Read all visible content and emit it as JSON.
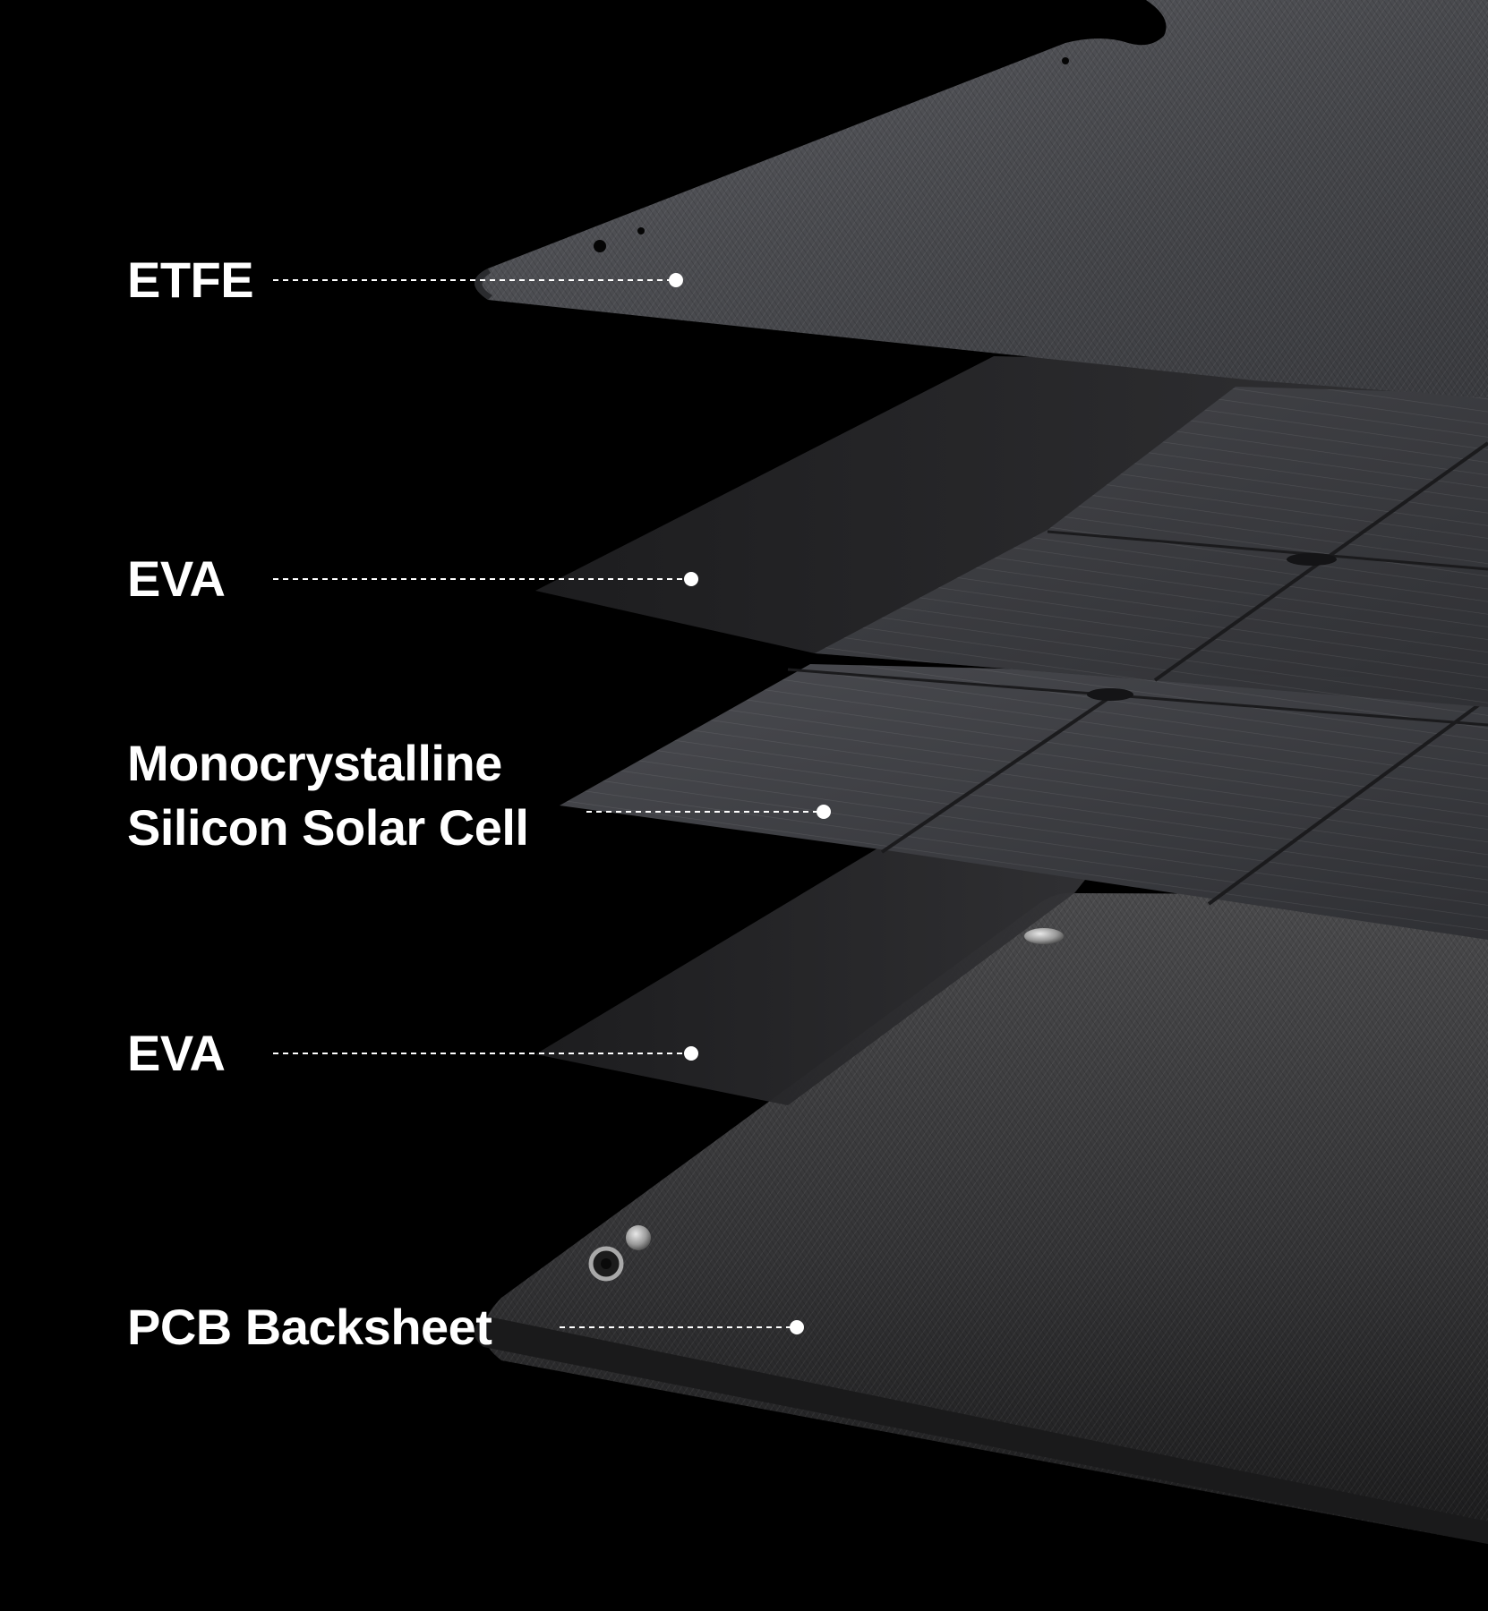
{
  "layers": [
    {
      "id": "etfe",
      "label": "ETFE"
    },
    {
      "id": "eva-top",
      "label": "EVA"
    },
    {
      "id": "cell",
      "label_lines": [
        "Monocrystalline",
        "Silicon Solar Cell"
      ]
    },
    {
      "id": "eva-bottom",
      "label": "EVA"
    },
    {
      "id": "backsheet",
      "label": "PCB Backsheet"
    }
  ],
  "colors": {
    "background": "#000000",
    "label": "#ffffff",
    "etfe": "#4a4b4f",
    "eva": "#2a2a2c",
    "cell": "#3a3b40",
    "backsheet": "#3b3b3d",
    "rivet": "#b8b8b8"
  }
}
